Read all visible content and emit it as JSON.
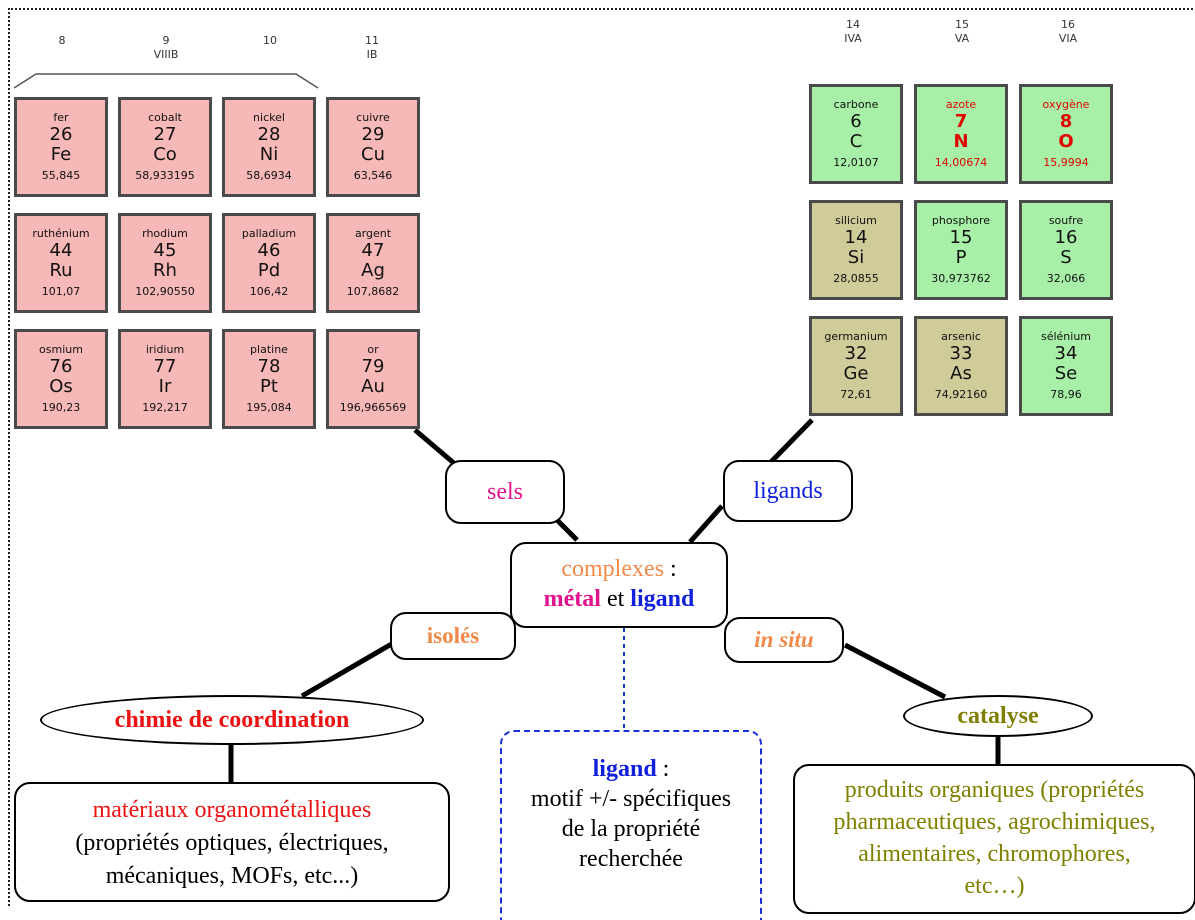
{
  "periodic_table": {
    "left_groups": [
      {
        "num": "8",
        "label": ""
      },
      {
        "num": "9",
        "label": "VIIIB"
      },
      {
        "num": "10",
        "label": ""
      },
      {
        "num": "11",
        "label": "IB"
      }
    ],
    "right_groups": [
      {
        "num": "14",
        "label": "IVA"
      },
      {
        "num": "15",
        "label": "VA"
      },
      {
        "num": "16",
        "label": "VIA"
      }
    ],
    "metals": [
      {
        "name": "fer",
        "number": "26",
        "symbol": "Fe",
        "mass": "55,845"
      },
      {
        "name": "cobalt",
        "number": "27",
        "symbol": "Co",
        "mass": "58,933195"
      },
      {
        "name": "nickel",
        "number": "28",
        "symbol": "Ni",
        "mass": "58,6934"
      },
      {
        "name": "cuivre",
        "number": "29",
        "symbol": "Cu",
        "mass": "63,546"
      },
      {
        "name": "ruthénium",
        "number": "44",
        "symbol": "Ru",
        "mass": "101,07"
      },
      {
        "name": "rhodium",
        "number": "45",
        "symbol": "Rh",
        "mass": "102,90550"
      },
      {
        "name": "palladium",
        "number": "46",
        "symbol": "Pd",
        "mass": "106,42"
      },
      {
        "name": "argent",
        "number": "47",
        "symbol": "Ag",
        "mass": "107,8682"
      },
      {
        "name": "osmium",
        "number": "76",
        "symbol": "Os",
        "mass": "190,23"
      },
      {
        "name": "iridium",
        "number": "77",
        "symbol": "Ir",
        "mass": "192,217"
      },
      {
        "name": "platine",
        "number": "78",
        "symbol": "Pt",
        "mass": "195,084"
      },
      {
        "name": "or",
        "number": "79",
        "symbol": "Au",
        "mass": "196,966569"
      }
    ],
    "nonmetals": [
      {
        "name": "carbone",
        "number": "6",
        "symbol": "C",
        "mass": "12,0107",
        "kind": "nonmetal",
        "highlight": false
      },
      {
        "name": "azote",
        "number": "7",
        "symbol": "N",
        "mass": "14,00674",
        "kind": "nonmetal",
        "highlight": true
      },
      {
        "name": "oxygène",
        "number": "8",
        "symbol": "O",
        "mass": "15,9994",
        "kind": "nonmetal",
        "highlight": true
      },
      {
        "name": "silicium",
        "number": "14",
        "symbol": "Si",
        "mass": "28,0855",
        "kind": "metalloid",
        "highlight": false
      },
      {
        "name": "phosphore",
        "number": "15",
        "symbol": "P",
        "mass": "30,973762",
        "kind": "nonmetal",
        "highlight": false
      },
      {
        "name": "soufre",
        "number": "16",
        "symbol": "S",
        "mass": "32,066",
        "kind": "nonmetal",
        "highlight": false
      },
      {
        "name": "germanium",
        "number": "32",
        "symbol": "Ge",
        "mass": "72,61",
        "kind": "metalloid",
        "highlight": false
      },
      {
        "name": "arsenic",
        "number": "33",
        "symbol": "As",
        "mass": "74,92160",
        "kind": "metalloid",
        "highlight": false
      },
      {
        "name": "sélénium",
        "number": "34",
        "symbol": "Se",
        "mass": "78,96",
        "kind": "nonmetal",
        "highlight": false
      }
    ],
    "colors": {
      "metal": "#f7b8b8",
      "nonmetal": "#a8f0a8",
      "metalloid": "#cfcc9a",
      "highlight_text": "#e00000"
    }
  },
  "diagram": {
    "sels": "sels",
    "ligands": "ligands",
    "center": {
      "line1": "complexes",
      "colon": " :",
      "metal": "métal",
      "and": " et ",
      "ligand": "ligand"
    },
    "isoles": "isolés",
    "in_situ": "in situ",
    "coordination": "chimie de coordination",
    "catalyse": "catalyse",
    "materials": {
      "title": "matériaux organométalliques",
      "line2": "(propriétés optiques, électriques,",
      "line3": "mécaniques, MOFs, etc...)"
    },
    "ligand_def": {
      "word": "ligand",
      "colon": " :",
      "line2": "motif +/- spécifiques",
      "line3": "de la propriété",
      "line4": "recherchée"
    },
    "products": {
      "line1": "produits organiques  (propriétés",
      "line2": "pharmaceutiques, agrochimiques,",
      "line3": "alimentaires, chromophores,",
      "line4": "etc…)"
    },
    "colors": {
      "magenta": "#e0148c",
      "blue": "#1020dd",
      "orange": "#f08a4b",
      "red": "#ee1111",
      "olive": "#808000"
    }
  }
}
